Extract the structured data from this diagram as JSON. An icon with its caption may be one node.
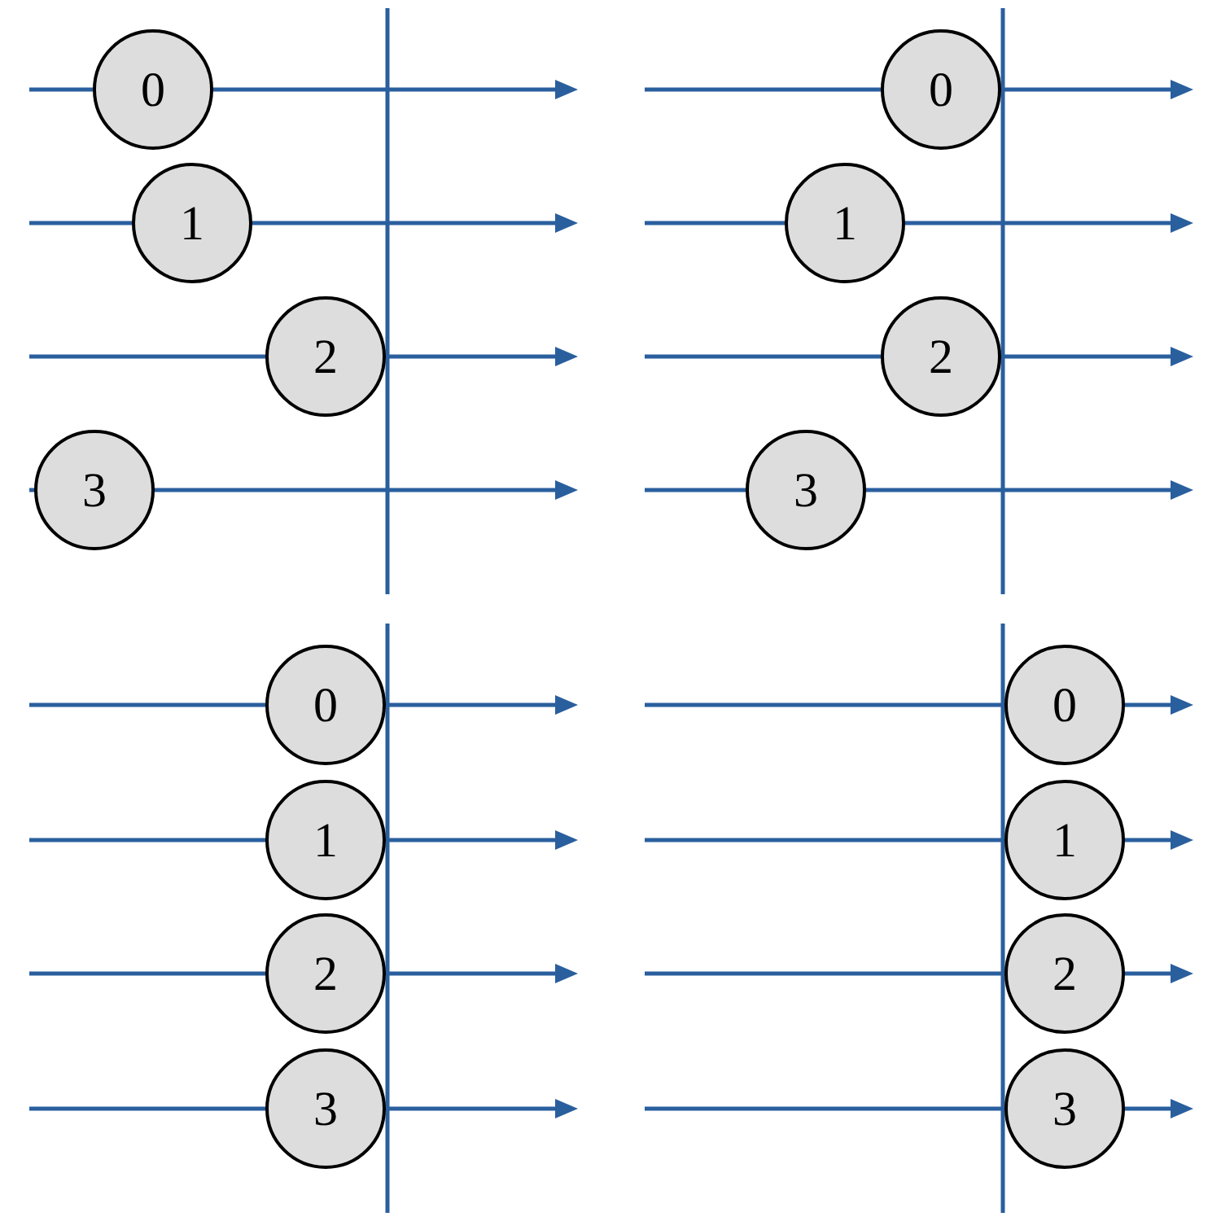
{
  "diagram": {
    "nodes": [
      {
        "text": [
          "0"
        ]
      },
      {
        "text": [
          "1"
        ]
      },
      {
        "text": [
          "2"
        ]
      },
      {
        "text": [
          "3"
        ]
      },
      {
        "text": [
          "0"
        ]
      },
      {
        "text": [
          "1"
        ]
      },
      {
        "text": [
          "2"
        ]
      },
      {
        "text": [
          "3"
        ]
      },
      {
        "text": [
          "0"
        ]
      },
      {
        "text": [
          "1"
        ]
      },
      {
        "text": [
          "2"
        ]
      },
      {
        "text": [
          "3"
        ]
      },
      {
        "text": [
          "0"
        ]
      },
      {
        "text": [
          "1"
        ]
      },
      {
        "text": [
          "2"
        ]
      },
      {
        "text": [
          "3"
        ]
      }
    ]
  }
}
